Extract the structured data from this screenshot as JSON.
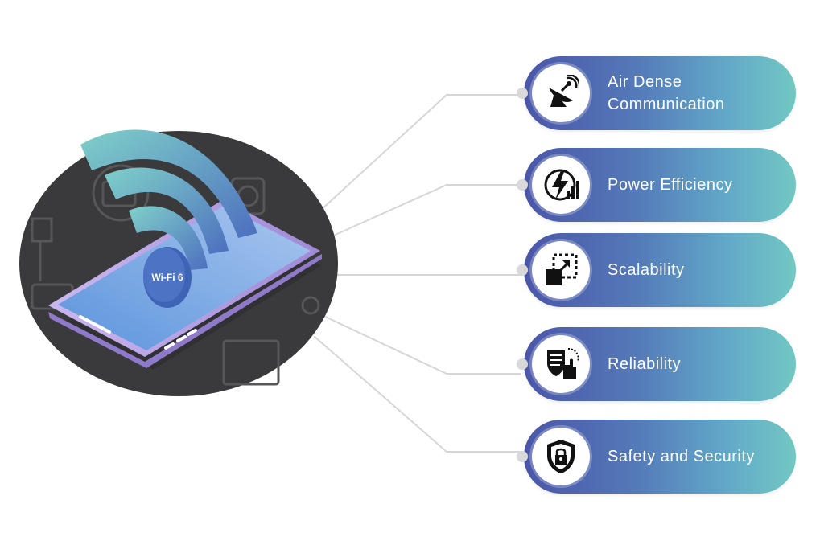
{
  "center": {
    "phone_label": "Wi-Fi 6"
  },
  "features": [
    {
      "label": "Air Dense\nCommunication",
      "icon": "satellite-dish-icon"
    },
    {
      "label": "Power Efficiency",
      "icon": "power-efficiency-icon"
    },
    {
      "label": "Scalability",
      "icon": "scalability-icon"
    },
    {
      "label": "Reliability",
      "icon": "reliability-shield-icon"
    },
    {
      "label": "Safety and Security",
      "icon": "security-lock-shield-icon"
    }
  ],
  "colors": {
    "pill_start": "#4a56a8",
    "pill_end": "#72c8c2",
    "connector": "#d6d6d6",
    "ellipse_bg": "#3a3a3c",
    "wifi_arc": "#5a86c8",
    "phone_frame": "#b9a6e2",
    "phone_screen": "#6fa7e3"
  }
}
